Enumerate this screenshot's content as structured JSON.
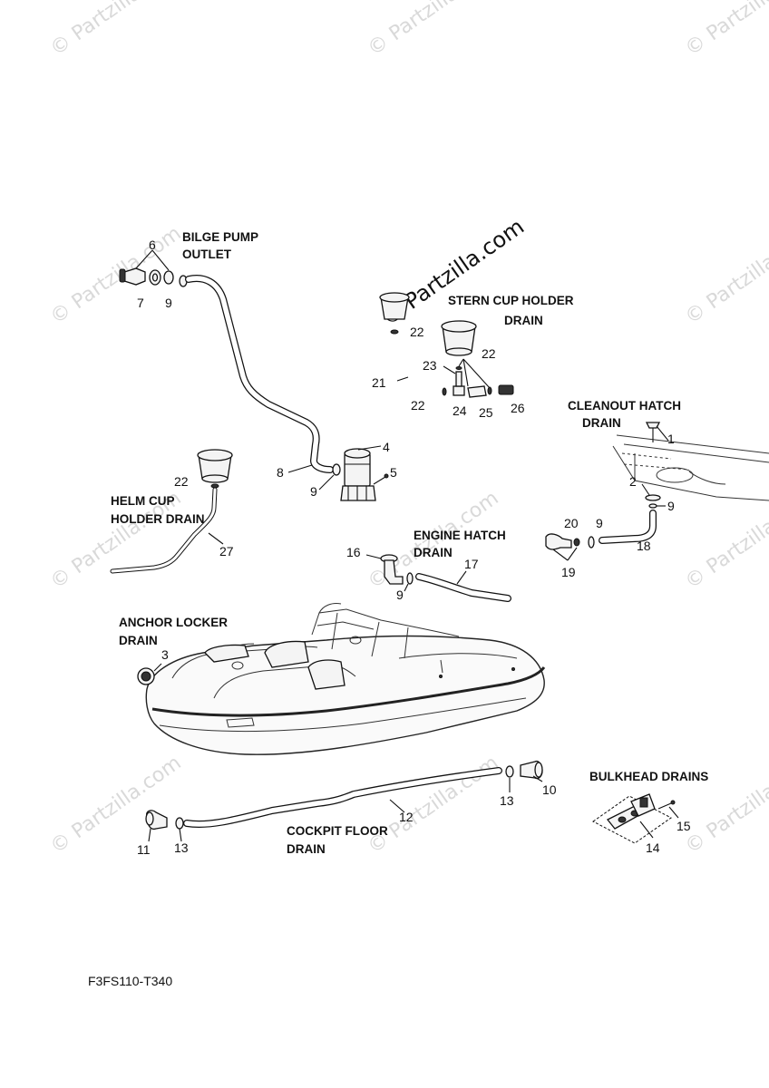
{
  "watermark": {
    "text": "© Partzilla.com"
  },
  "diagram_code": "F3FS110-T340",
  "sections": {
    "bilge_pump_outlet": [
      "BILGE PUMP",
      "OUTLET"
    ],
    "stern_cup_holder_drain": [
      "STERN CUP HOLDER",
      "DRAIN"
    ],
    "cleanout_hatch_drain": [
      "CLEANOUT HATCH",
      "DRAIN"
    ],
    "helm_cup_holder_drain": [
      "HELM CUP",
      "HOLDER DRAIN"
    ],
    "engine_hatch_drain": [
      "ENGINE  HATCH",
      "DRAIN"
    ],
    "anchor_locker_drain": [
      "ANCHOR LOCKER",
      "DRAIN"
    ],
    "bulkhead_drains": [
      "BULKHEAD DRAINS"
    ],
    "cockpit_floor_drain": [
      "COCKPIT FLOOR",
      "DRAIN"
    ]
  },
  "callouts": {
    "c1": "1",
    "c2": "2",
    "c3": "3",
    "c4": "4",
    "c5": "5",
    "c6": "6",
    "c7": "7",
    "c8": "8",
    "c9a": "9",
    "c9b": "9",
    "c9c": "9",
    "c9d": "9",
    "c9e": "9",
    "c10": "10",
    "c11": "11",
    "c12": "12",
    "c13a": "13",
    "c13b": "13",
    "c14": "14",
    "c15": "15",
    "c16": "16",
    "c17": "17",
    "c18": "18",
    "c19": "19",
    "c20": "20",
    "c21": "21",
    "c22a": "22",
    "c22b": "22",
    "c22c": "22",
    "c22d": "22",
    "c23": "23",
    "c24": "24",
    "c25": "25",
    "c26": "26",
    "c27": "27"
  }
}
